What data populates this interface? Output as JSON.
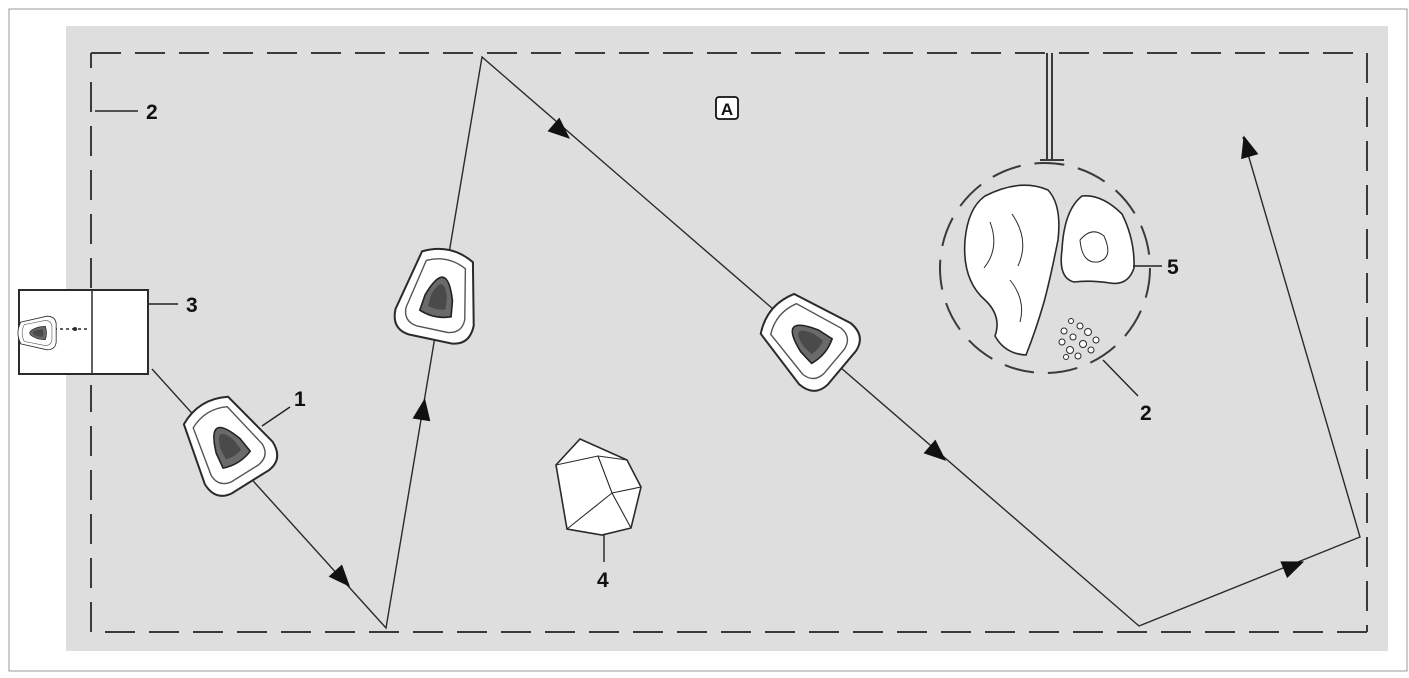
{
  "diagram": {
    "panel_label": "A",
    "callouts": {
      "wire_outer": "2",
      "wire_island": "2",
      "robot_mower": "1",
      "docking_station": "3",
      "obstacle_rock": "4",
      "flower_bed": "5"
    },
    "colors": {
      "lawn": "#dedede",
      "line": "#2a2a2a",
      "boundary_wire": "#3a3a3a",
      "mower_body": "#ffffff",
      "mower_window": "#6a6a6a"
    }
  }
}
